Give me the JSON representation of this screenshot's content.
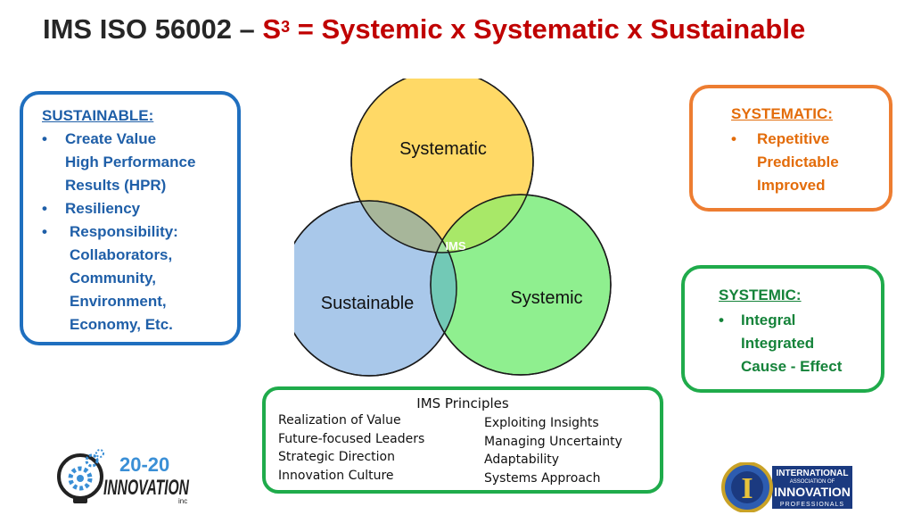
{
  "title": {
    "prefix": "IMS ISO 56002 – ",
    "s": "S",
    "sup": "3",
    "suffix": " = Systemic x Systematic x Sustainable",
    "dark_color": "#262626",
    "accent_color": "#c00000"
  },
  "sustainable_box": {
    "heading": "SUSTAINABLE:",
    "bullet": "•",
    "items": [
      {
        "lines": [
          "Create Value",
          "High Performance",
          "Results (HPR)"
        ]
      },
      {
        "lines": [
          "Resiliency"
        ]
      },
      {
        "lines": [
          "Responsibility:",
          "Collaborators,",
          "Community,",
          "Environment,",
          "Economy, Etc."
        ]
      }
    ],
    "color": "#1f6fbf"
  },
  "systematic_box": {
    "heading": "SYSTEMATIC:",
    "bullet": "•",
    "lines": [
      "Repetitive",
      "Predictable",
      "Improved"
    ],
    "color": "#ed7d31"
  },
  "systemic_box": {
    "heading": "SYSTEMIC:",
    "bullet": "•",
    "lines": [
      "Integral",
      "Integrated",
      "Cause - Effect"
    ],
    "color": "#1fab4b"
  },
  "venn": {
    "top_label": "Systematic",
    "left_label": "Sustainable",
    "right_label": "Systemic",
    "center_label": "IMS",
    "colors": {
      "top": "#ffd966",
      "left": "#a9c8ea",
      "right": "#8fef8f",
      "center": "#9fe09f"
    }
  },
  "principles": {
    "heading": "IMS Principles",
    "left": [
      "Realization of Value",
      "Future-focused Leaders",
      "Strategic Direction",
      "Innovation Culture"
    ],
    "right": [
      "Exploiting Insights",
      "Managing Uncertainty",
      "Adaptability",
      "Systems Approach"
    ]
  },
  "logos": {
    "left": {
      "top": "20-20",
      "main": "INNOVATION",
      "small": "inc"
    },
    "right": {
      "line1": "INTERNATIONAL",
      "line2": "ASSOCIATION OF",
      "line3": "INNOVATION",
      "line4": "PROFESSIONALS",
      "letter": "I"
    }
  }
}
